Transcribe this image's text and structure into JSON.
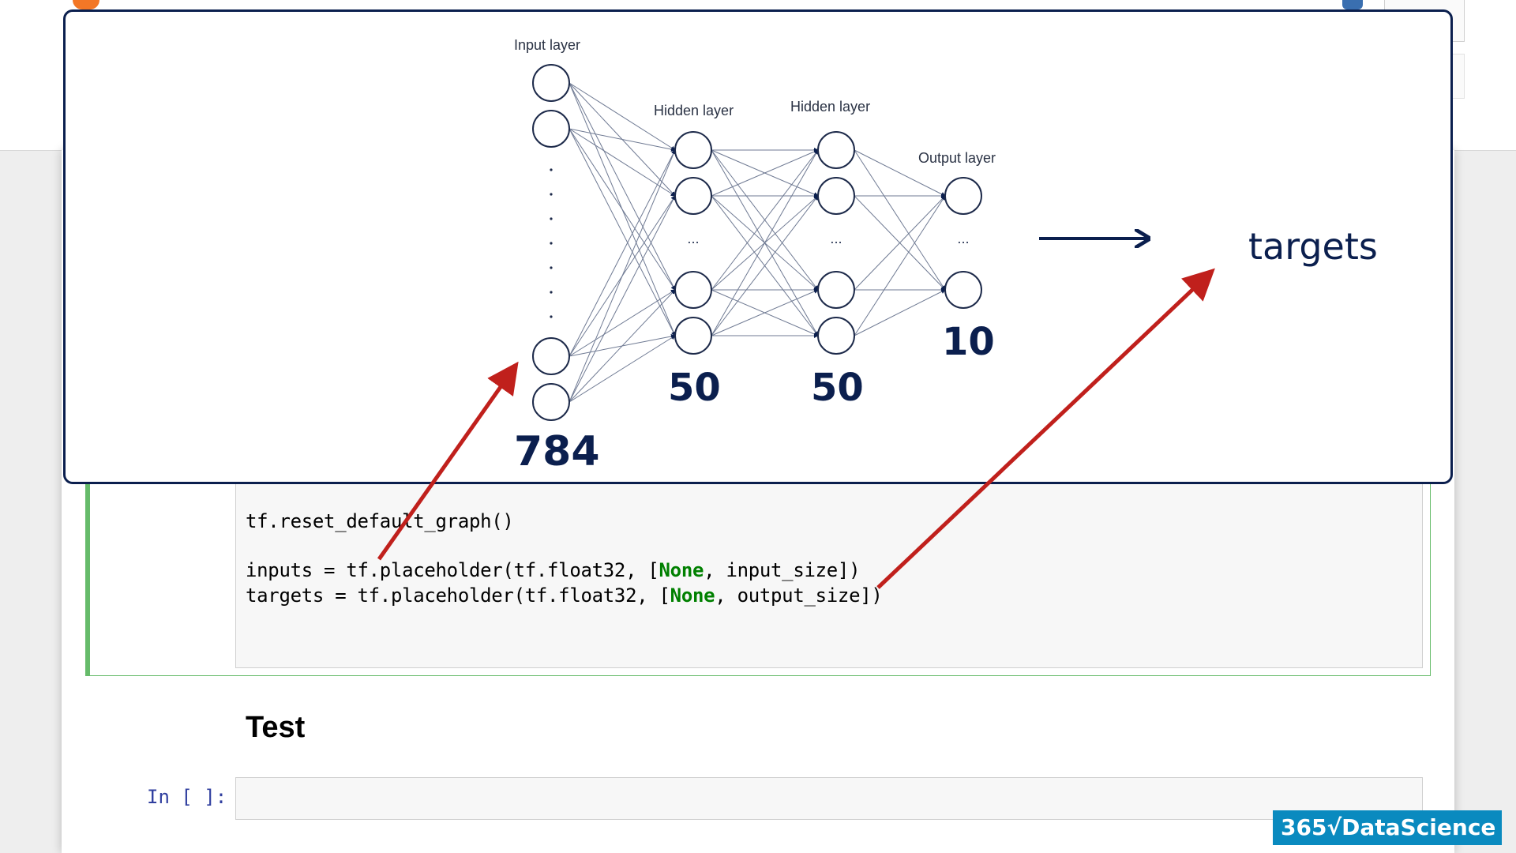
{
  "slide": {
    "layers": [
      {
        "label": "Input layer",
        "count": "784"
      },
      {
        "label": "Hidden layer",
        "count": "50"
      },
      {
        "label": "Hidden layer",
        "count": "50"
      },
      {
        "label": "Output layer",
        "count": "10"
      }
    ],
    "targets_label": "targets",
    "ellipsis": "...",
    "colors": {
      "navy": "#0b1f4e",
      "red": "#c0201c"
    }
  },
  "code_cell": {
    "line1": "tf.reset_default_graph()",
    "line2_a": "inputs = tf.placeholder(tf.float32, [",
    "line2_kw": "None",
    "line2_b": ", input_size])",
    "line3_a": "targets = tf.placeholder(tf.float32, [",
    "line3_kw": "None",
    "line3_b": ", output_size])"
  },
  "markdown_cell": {
    "heading": "Test"
  },
  "empty_cell": {
    "prompt": "In [ ]:"
  },
  "brand": {
    "text": "365√DataScience"
  }
}
